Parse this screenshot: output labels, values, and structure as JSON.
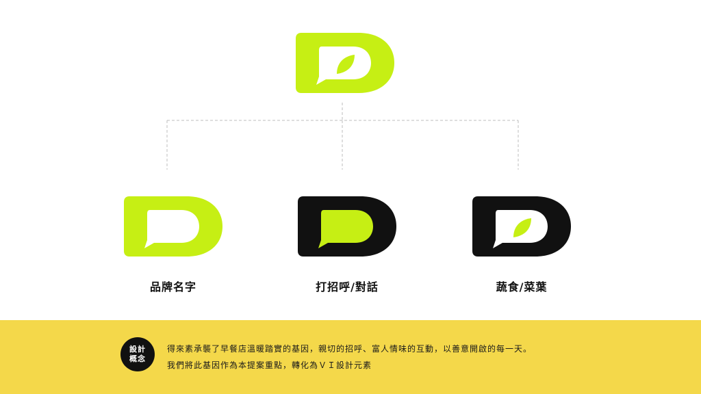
{
  "colors": {
    "lime": "#c6ef14",
    "black": "#111111",
    "band": "#f4d84a",
    "connector": "#bdbdbd"
  },
  "logos": [
    {
      "id": "main",
      "body": "lime",
      "bubble": "white",
      "leaf": "lime"
    },
    {
      "id": "brand-name",
      "body": "lime",
      "bubble": "white",
      "leaf": null
    },
    {
      "id": "greeting",
      "body": "black",
      "bubble": "lime",
      "leaf": null
    },
    {
      "id": "veggie",
      "body": "black",
      "bubble": "white",
      "leaf": "lime"
    }
  ],
  "captions": {
    "brand_name": "品牌名字",
    "greeting": "打招呼/對話",
    "veggie": "蔬食/菜葉"
  },
  "concept": {
    "badge_line1": "設計",
    "badge_line2": "概念",
    "line1": "得來素承襲了早餐店溫暖踏實的基因，親切的招呼、富人情味的互動，以善意開啟的每一天。",
    "line2": "我們將此基因作為本提案重點，轉化為ＶＩ設計元素"
  }
}
